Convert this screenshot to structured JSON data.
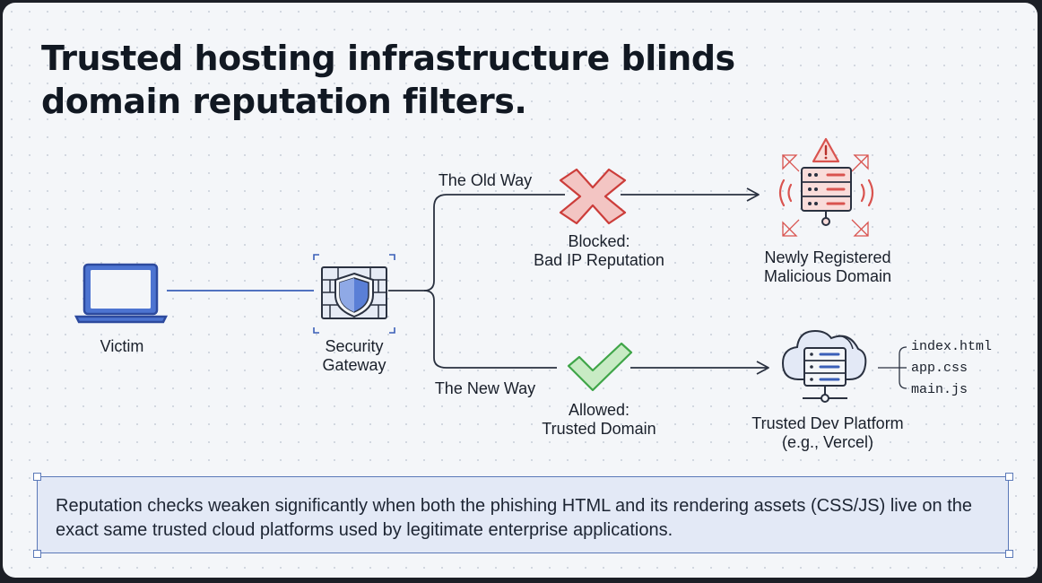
{
  "title": "Trusted hosting infrastructure blinds\ndomain reputation filters.",
  "nodes": {
    "victim": "Victim",
    "gateway": "Security\nGateway",
    "malicious": "Newly Registered\nMalicious Domain",
    "trusted": "Trusted Dev Platform\n(e.g., Vercel)"
  },
  "paths": {
    "old_way": "The Old Way",
    "new_way": "The New Way",
    "blocked": "Blocked:\nBad IP Reputation",
    "allowed": "Allowed:\nTrusted Domain"
  },
  "files": [
    "index.html",
    "app.css",
    "main.js"
  ],
  "note": "Reputation checks weaken significantly when both the phishing HTML and its rendering assets (CSS/JS) live on the exact same trusted cloud platforms used by legitimate enterprise applications.",
  "colors": {
    "blocked": "#d9534f",
    "allowed": "#4caf50",
    "accent": "#3a5fb8"
  }
}
